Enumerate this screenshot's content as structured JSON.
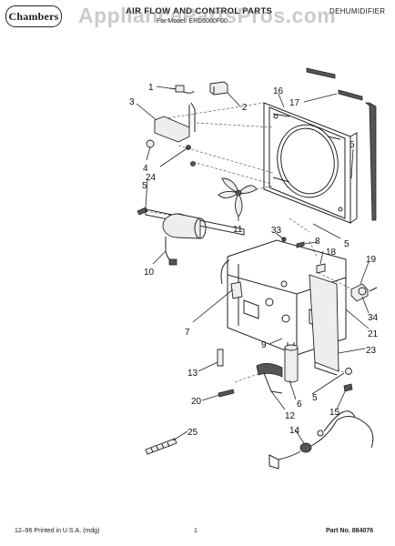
{
  "header": {
    "brand": "Chambers",
    "title": "AIR FLOW AND CONTROL PARTS",
    "subtitle": "For Model: ERD5000F00",
    "category": "DEHUMIDIFIER",
    "watermark": "AppliancePartsPros.com"
  },
  "footer": {
    "printed": "12–96 Printed in U.S.A. (mdg)",
    "page": "1",
    "part_no": "Part No. 884076"
  },
  "callouts": {
    "c1": "1",
    "c2": "2",
    "c3": "3",
    "c4": "4",
    "c24": "24",
    "c5a": "5",
    "c16": "16",
    "c17": "17",
    "c5b": "5",
    "c11": "11",
    "c33": "33",
    "c8": "8",
    "c5c": "5",
    "c18": "18",
    "c10": "10",
    "c19": "19",
    "c7": "7",
    "c34": "34",
    "c21": "21",
    "c9": "9",
    "c23": "23",
    "c13": "13",
    "c5d": "5",
    "c6": "6",
    "c20": "20",
    "c15": "15",
    "c12": "12",
    "c25": "25",
    "c14": "14"
  }
}
